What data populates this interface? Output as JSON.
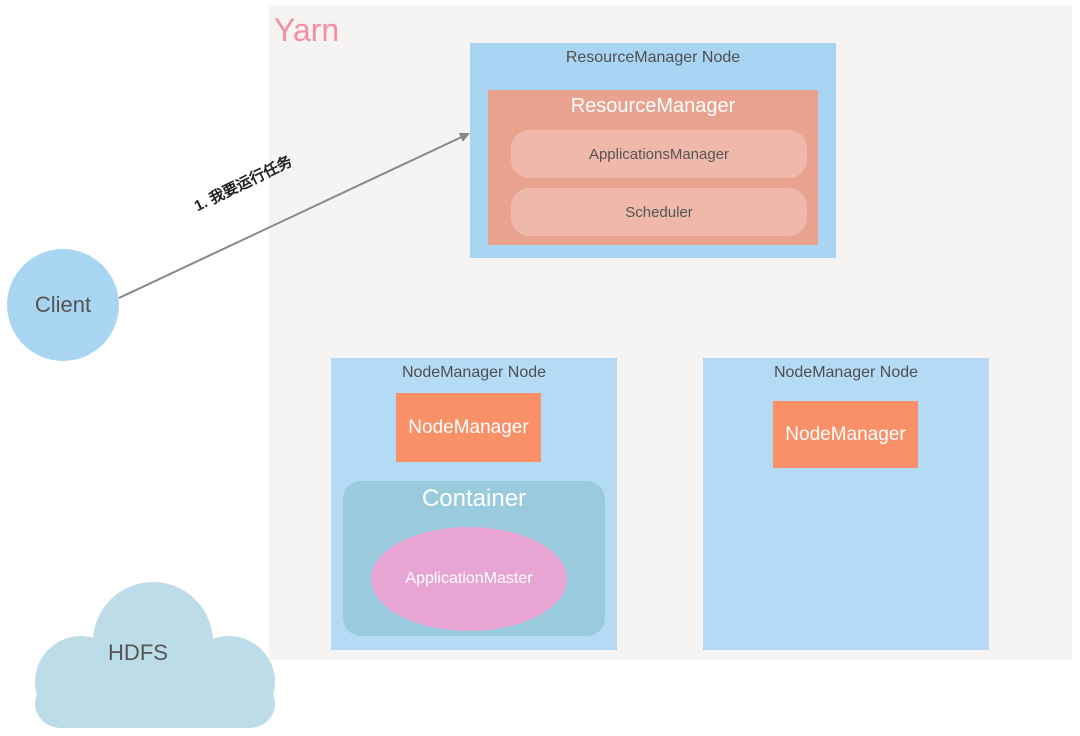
{
  "yarn": {
    "title": "Yarn"
  },
  "resource_manager_node": {
    "title": "ResourceManager Node",
    "resource_manager": {
      "title": "ResourceManager",
      "applications_manager": "ApplicationsManager",
      "scheduler": "Scheduler"
    }
  },
  "node_manager_nodes": [
    {
      "title": "NodeManager Node",
      "node_manager": "NodeManager",
      "container": {
        "title": "Container",
        "application_master": "ApplicationMaster"
      }
    },
    {
      "title": "NodeManager Node",
      "node_manager": "NodeManager"
    }
  ],
  "client": {
    "label": "Client"
  },
  "hdfs": {
    "label": "HDFS"
  },
  "arrows": [
    {
      "from": "client",
      "to": "resource_manager_node",
      "label": "1. 我要运行任务"
    }
  ],
  "colors": {
    "yarn_panel": "#f5f4f3",
    "yarn_title": "#f58ea5",
    "node_bg": "#aad4f3",
    "resource_manager": "#e8a28d",
    "rm_component": "#f0b8ab",
    "node_manager": "#f99068",
    "container": "#9acadd",
    "application_master": "#e8a5d3",
    "client": "#a8d6f2",
    "hdfs": "#bcdde7",
    "arrow": "#888888"
  }
}
